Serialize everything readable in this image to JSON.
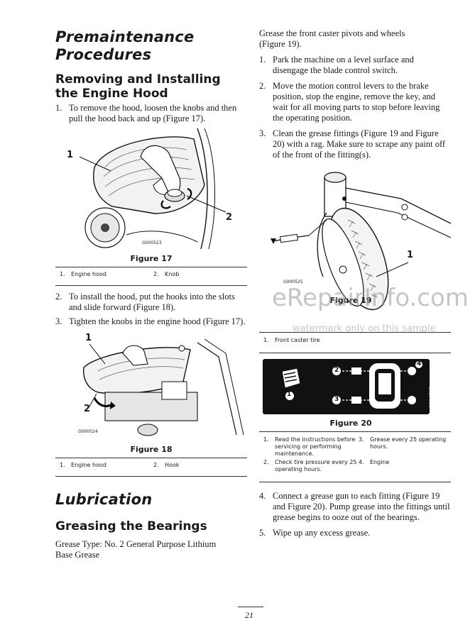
{
  "left": {
    "title": "Premaintenance Procedures",
    "section1_title": "Removing and Installing the Engine Hood",
    "steps_a": [
      {
        "num": "1.",
        "text": "To remove the hood, loosen the knobs and then pull the hood back and up (Figure 17)."
      }
    ],
    "fig17": {
      "caption": "Figure 17",
      "code": "G000523",
      "callouts": [
        "1",
        "2"
      ],
      "legend": [
        {
          "num": "1.",
          "text": "Engine hood"
        },
        {
          "num": "2.",
          "text": "Knob"
        }
      ]
    },
    "steps_b": [
      {
        "num": "2.",
        "text": "To install the hood, put the hooks into the slots and slide forward (Figure 18)."
      },
      {
        "num": "3.",
        "text": "Tighten the knobs in the engine hood (Figure 17)."
      }
    ],
    "fig18": {
      "caption": "Figure 18",
      "code": "G000524",
      "callouts": [
        "1",
        "2"
      ],
      "legend": [
        {
          "num": "1.",
          "text": "Engine hood"
        },
        {
          "num": "2.",
          "text": "Hook"
        }
      ]
    },
    "lubrication_title": "Lubrication",
    "section2_title": "Greasing the Bearings",
    "grease_type": "Grease Type: No. 2 General Purpose Lithium Base Grease"
  },
  "right": {
    "intro": "Grease the front caster pivots and wheels (Figure 19).",
    "steps_a": [
      {
        "num": "1.",
        "text": "Park the machine on a level surface and disengage the blade control switch."
      },
      {
        "num": "2.",
        "text": "Move the motion control levers to the brake position, stop the engine, remove the key, and wait for all moving parts to stop before leaving the operating position."
      },
      {
        "num": "3.",
        "text": "Clean the grease fittings (Figure 19 and Figure 20) with a rag. Make sure to scrape any paint off of the front of the fitting(s)."
      }
    ],
    "fig19": {
      "caption": "Figure 19",
      "code": "G000525",
      "callout": "1",
      "legend": [
        {
          "num": "1.",
          "text": "Front caster tire"
        }
      ]
    },
    "fig20": {
      "caption": "Figure 20",
      "code": "106-6717",
      "callouts": [
        "1",
        "2",
        "3",
        "4"
      ],
      "legend": [
        {
          "num": "1.",
          "text": "Read the instructions before servicing or performing maintenance."
        },
        {
          "num": "3.",
          "text": "Grease every 25 operating hours."
        },
        {
          "num": "2.",
          "text": "Check tire pressure every 25 operating hours."
        },
        {
          "num": "4.",
          "text": "Engine"
        }
      ]
    },
    "steps_b": [
      {
        "num": "4.",
        "text": "Connect a grease gun to each fitting (Figure 19 and Figure 20). Pump grease into the fittings until grease begins to ooze out of the bearings."
      },
      {
        "num": "5.",
        "text": "Wipe up any excess grease."
      }
    ]
  },
  "watermark": {
    "brand": "eRepairInfo.com",
    "note": "watermark only on this sample"
  },
  "page_number": "21"
}
